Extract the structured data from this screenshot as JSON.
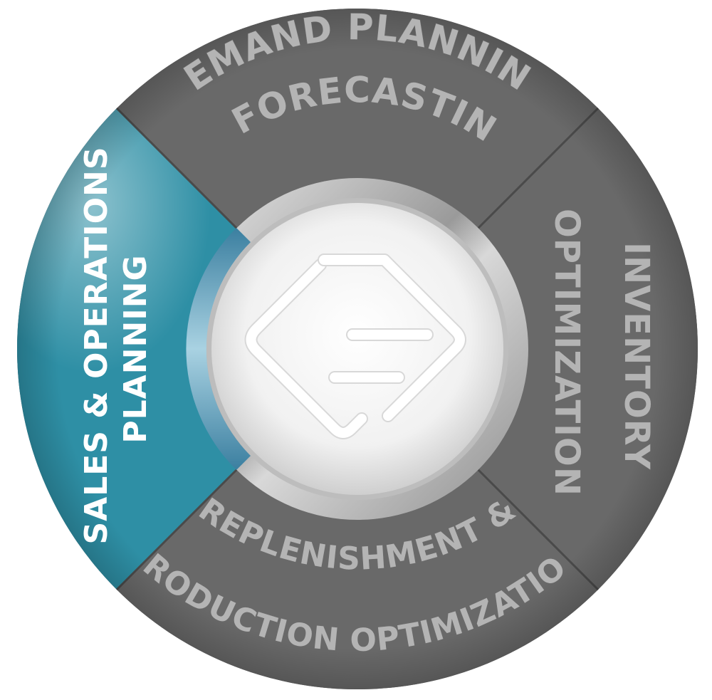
{
  "diagram": {
    "segments": [
      {
        "id": "demand",
        "lines": [
          "DEMAND PLANNING",
          "& FORECASTING"
        ],
        "color": "#696969",
        "active": false
      },
      {
        "id": "inventory",
        "lines": [
          "INVENTORY",
          "OPTIMIZATION"
        ],
        "color": "#696969",
        "active": false
      },
      {
        "id": "replenishment",
        "lines": [
          "REPLENISHMENT &",
          "PRODUCTION OPTIMIZATION"
        ],
        "color": "#696969",
        "active": false
      },
      {
        "id": "sop",
        "lines": [
          "SALES &  OPERATIONS",
          "PLANNING"
        ],
        "color": "#2e8fa5",
        "active": true
      }
    ],
    "center": {
      "logo_icon": "g-monogram-diamond-icon"
    },
    "colors": {
      "ring_gray": "#696969",
      "accent_teal": "#2e8fa5",
      "label_gray": "#b4b4b4",
      "bezel_light": "#dcdcdc",
      "hub_white": "#f7f7f7"
    }
  }
}
